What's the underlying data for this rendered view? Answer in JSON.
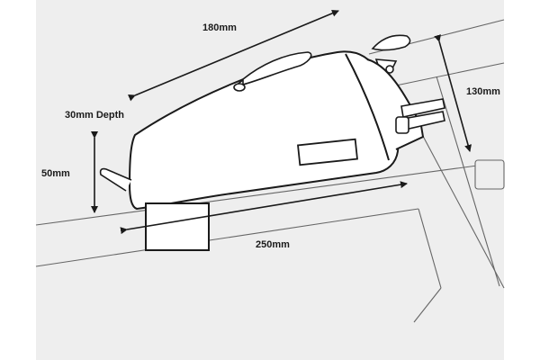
{
  "dimensions": {
    "length": "180mm",
    "depth": "30mm Depth",
    "height": "50mm",
    "front_height": "130mm",
    "bottom_length": "250mm"
  },
  "colors": {
    "background": "#eeeeee",
    "page": "#ffffff",
    "line": "#1a1a1a",
    "frame_line": "#666666",
    "fill": "#ffffff"
  }
}
